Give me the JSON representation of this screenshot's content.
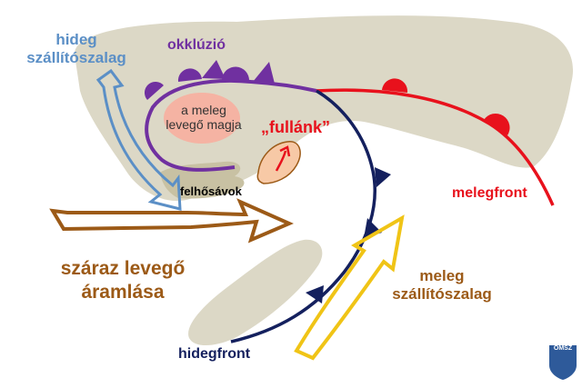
{
  "labels": {
    "cold_conveyor": "hideg\nszállítószalag",
    "occlusion": "okklúzió",
    "warm_core": "a meleg\nlevegő magja",
    "sting": "„fullánk”",
    "cloud_bands": "felhősávok",
    "warm_front": "melegfront",
    "dry_air": "száraz levegő\náramlása",
    "warm_conveyor": "meleg\nszállítószalag",
    "cold_front": "hidegfront"
  },
  "logo": {
    "text": "OMSZ"
  },
  "colors": {
    "cloud": "#dcd8c6",
    "cloud_dark": "#c8c1a3",
    "cold_conveyor": "#5b8fc6",
    "occlusion": "#7030a0",
    "warm_front": "#e8111c",
    "cold_front": "#14205e",
    "dry_air": "#9c5a17",
    "warm_conveyor": "#f0c416",
    "warm_core": "#f5b3a3",
    "sting_fill": "#f7c9a6",
    "sting_arrow": "#e8111c",
    "logo": "#2e5a9a"
  }
}
